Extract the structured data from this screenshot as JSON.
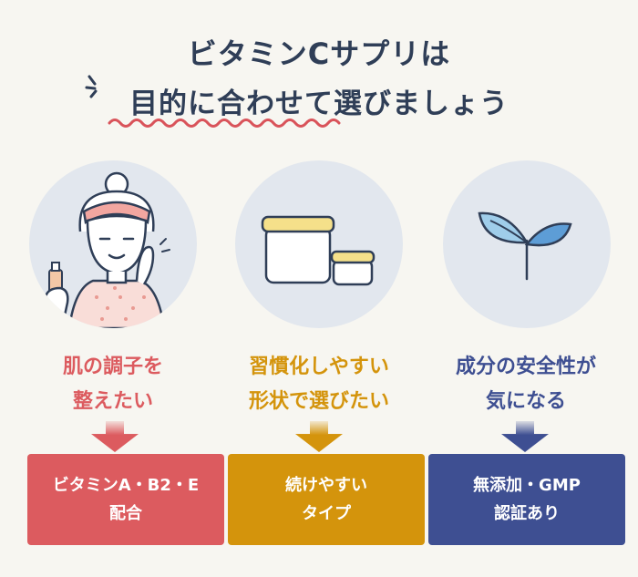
{
  "title": {
    "line1": "ビタミンCサプリは",
    "line2": "目的に合わせて選びましょう"
  },
  "colors": {
    "background": "#f7f6f1",
    "title": "#2f3e57",
    "underline": "#d9535a",
    "circle": "#e2e7ee",
    "red": "#dc5b5f",
    "gold": "#d4940c",
    "navy": "#3e4f92"
  },
  "columns": [
    {
      "icon": "woman-with-serum-icon",
      "heading_line1": "肌の調子を",
      "heading_line2": "整えたい",
      "card_line1": "ビタミンA・B2・E",
      "card_line2": "配合",
      "color": "#dc5b5f"
    },
    {
      "icon": "cream-jars-icon",
      "heading_line1": "習慣化しやすい",
      "heading_line2": "形状で選びたい",
      "card_line1": "続けやすい",
      "card_line2": "タイプ",
      "color": "#d4940c"
    },
    {
      "icon": "leaf-sprout-icon",
      "heading_line1": "成分の安全性が",
      "heading_line2": "気になる",
      "card_line1": "無添加・GMP",
      "card_line2": "認証あり",
      "color": "#3e4f92"
    }
  ]
}
